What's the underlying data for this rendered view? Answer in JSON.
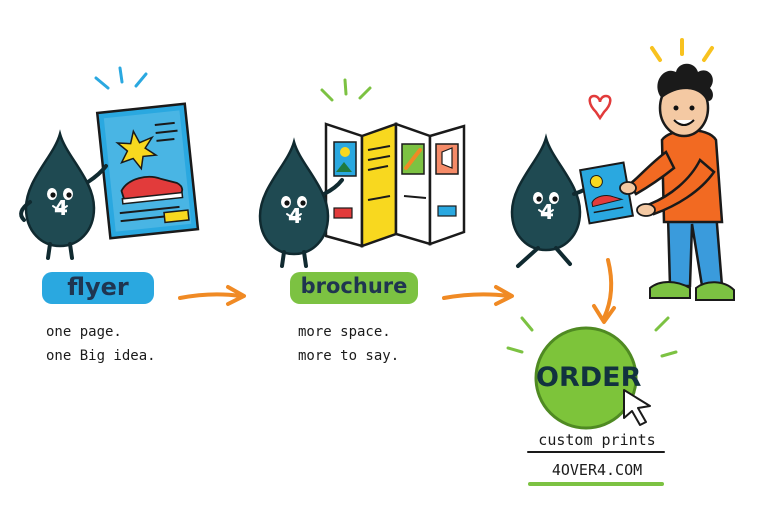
{
  "steps": [
    {
      "title": "flyer",
      "caption_line1": "one page.",
      "caption_line2": "one Big idea."
    },
    {
      "title": "brochure",
      "caption_line1": "more space.",
      "caption_line2": "more to say."
    }
  ],
  "mascot_badge": "4",
  "order": {
    "button_label": "ORDER",
    "subtitle": "custom prints",
    "site": "4OVER4.COM"
  },
  "colors": {
    "mascot": "#1f4a52",
    "flyer_highlight": "#2aa8e0",
    "brochure_highlight": "#7cc242",
    "order_green": "#7dc43a",
    "arrow_orange": "#f08a24",
    "hoodie": "#f26a22",
    "jeans": "#3a9bdc"
  },
  "icons": [
    "water-drop-mascot-icon",
    "flyer-sheet-icon",
    "trifold-brochure-icon",
    "sneaker-icon",
    "heart-icon",
    "cursor-arrow-icon",
    "person-icon"
  ]
}
